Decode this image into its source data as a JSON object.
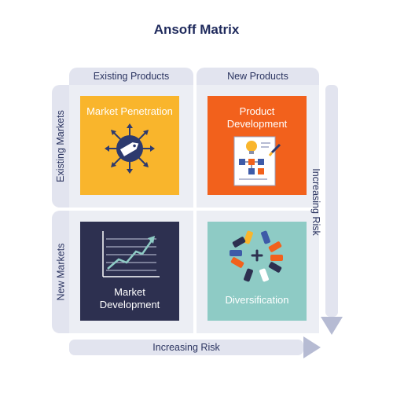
{
  "title": "Ansoff Matrix",
  "axes": {
    "top_left": "Existing Products",
    "top_right": "New Products",
    "left_top": "Existing Markets",
    "left_bottom": "New Markets",
    "bottom": "Increasing Risk",
    "right": "Increasing Risk"
  },
  "quadrants": [
    {
      "label": "Market Penetration",
      "color": "#f9b52c",
      "icon": "target-tag-icon"
    },
    {
      "label": "Product Development",
      "color": "#f2611c",
      "icon": "blueprint-lightbulb-icon"
    },
    {
      "label": "Market Development",
      "color": "#2d3050",
      "icon": "growth-chart-icon"
    },
    {
      "label": "Diversification",
      "color": "#8ecbc5",
      "icon": "tags-cluster-icon"
    }
  ],
  "colors": {
    "title": "#1f2a5c",
    "tab": "#e2e4ef",
    "arrow": "#b6bbd3"
  }
}
